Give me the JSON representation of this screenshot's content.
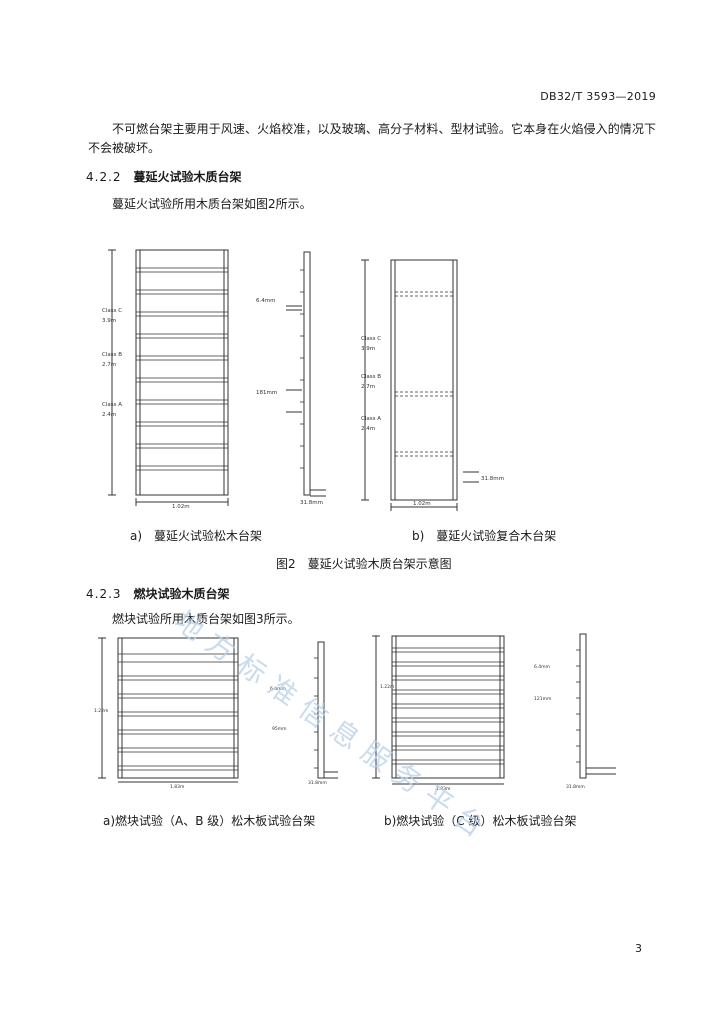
{
  "header": {
    "standard_code": "DB32/T 3593—2019"
  },
  "intro_paragraph": "不可燃台架主要用于风速、火焰校准，以及玻璃、高分子材料、型材试验。它本身在火焰侵入的情况下不会被破坏。",
  "sections": [
    {
      "number": "4.2.2",
      "title": "蔓延火试验木质台架",
      "body": "蔓延火试验所用木质台架如图2所示。"
    },
    {
      "number": "4.2.3",
      "title": "燃块试验木质台架",
      "body": "燃块试验所用木质台架如图3所示。"
    }
  ],
  "figure2": {
    "title": "图2　蔓延火试验木质台架示意图",
    "caption_a": "a)　蔓延火试验松木台架",
    "caption_b": "b)　蔓延火试验复合木台架",
    "a": {
      "class_labels": [
        "Class C",
        "3.9m",
        "Class B",
        "2.7m",
        "Class A",
        "2.4m"
      ],
      "width_label": "1.02m",
      "dim_top": "6.4mm",
      "dim_mid": "181mm",
      "dim_bottom": "31.8mm"
    },
    "b": {
      "class_labels": [
        "Class C",
        "3.9m",
        "Class B",
        "2.7m",
        "Class A",
        "2.4m"
      ],
      "width_label": "1.02m",
      "dim_right": "31.8mm"
    }
  },
  "figure3": {
    "caption_a": "a)燃块试验（A、B 级）松木板试验台架",
    "caption_b": "b)燃块试验（C 级）松木板试验台架",
    "a": {
      "height_label": "1.22m",
      "width_label": "1.83m",
      "dim_top": "6.4mm",
      "dim_mid": "95mm",
      "dim_bottom": "31.8mm"
    },
    "b": {
      "height_label": "1.22m",
      "width_label": "1.83m",
      "dim_top": "6.4mm",
      "dim_mid": "121mm",
      "dim_bottom": "31.8mm"
    }
  },
  "watermark": "地方标准信息服务平台",
  "page_number": "3"
}
